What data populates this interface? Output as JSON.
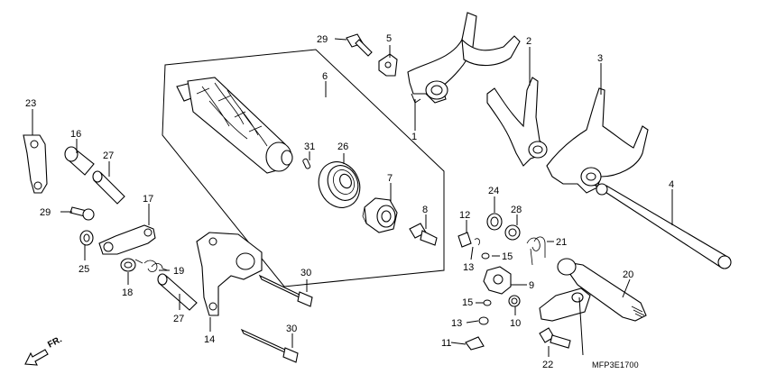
{
  "parts": {
    "p1": "1",
    "p2": "2",
    "p3": "3",
    "p4": "4",
    "p5": "5",
    "p6": "6",
    "p7": "7",
    "p8": "8",
    "p9": "9",
    "p10": "10",
    "p11": "11",
    "p12": "12",
    "p13a": "13",
    "p13b": "13",
    "p14": "14",
    "p15a": "15",
    "p15b": "15",
    "p16": "16",
    "p17": "17",
    "p18": "18",
    "p19": "19",
    "p20": "20",
    "p21": "21",
    "p22": "22",
    "p23": "23",
    "p24": "24",
    "p25": "25",
    "p26": "26",
    "p27a": "27",
    "p27b": "27",
    "p28": "28",
    "p29a": "29",
    "p29b": "29",
    "p30a": "30",
    "p30b": "30",
    "p31": "31"
  },
  "direction_label": "FR.",
  "diagram_code": "MFP3E1700",
  "icons": {
    "front_arrow": "arrow-down-left-icon"
  }
}
